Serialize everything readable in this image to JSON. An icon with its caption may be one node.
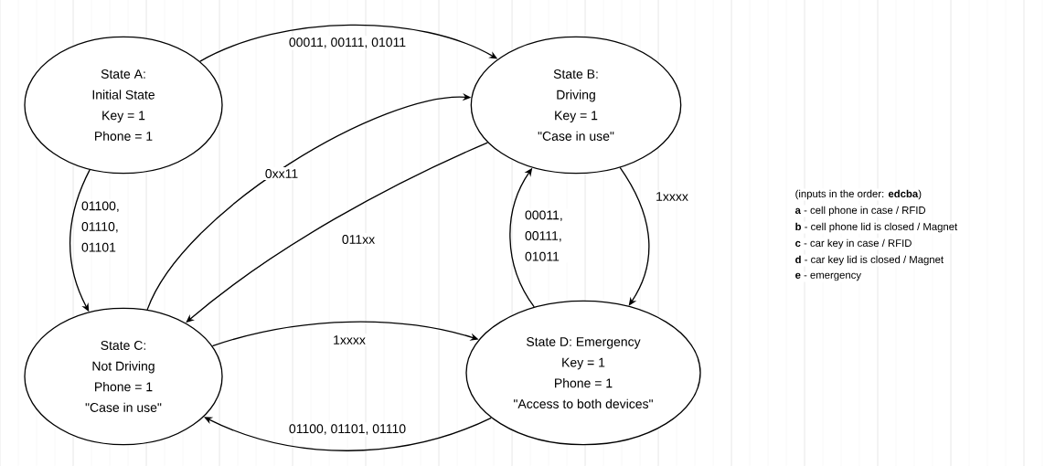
{
  "diagram": {
    "nodes": [
      {
        "text": [
          "State A:",
          "Initial State",
          "Key = 1",
          "Phone = 1"
        ]
      },
      {
        "text": [
          "State B:",
          "Driving",
          "Key = 1",
          "\"Case in use\""
        ]
      },
      {
        "text": [
          "State C:",
          "Not Driving",
          "Phone = 1",
          "\"Case in use\""
        ]
      },
      {
        "text": [
          "State D: Emergency",
          "Key = 1",
          "Phone = 1",
          "\"Access to both devices\""
        ]
      }
    ],
    "edges": [
      {
        "from": 0,
        "to": 1,
        "arrow": "to",
        "label": "00011, 00111, 01011"
      },
      {
        "from": 0,
        "to": 2,
        "arrow": "to",
        "label": "01100, 01110, 01101"
      },
      {
        "from": 2,
        "to": 1,
        "arrow": "to",
        "label": "0xx11"
      },
      {
        "from": 1,
        "to": 2,
        "arrow": "to",
        "label": "011xx"
      },
      {
        "from": 1,
        "to": 3,
        "arrow": "to",
        "label": "1xxxx"
      },
      {
        "from": 3,
        "to": 1,
        "arrow": "to",
        "label": "00011, 00111, 01011"
      },
      {
        "from": 2,
        "to": 3,
        "arrow": "to",
        "label": "1xxxx"
      },
      {
        "from": 3,
        "to": 2,
        "arrow": "to",
        "label": "01100, 01101, 01110"
      }
    ],
    "labels": [
      "(inputs in the order: **edcba**)",
      "**a** - cell phone in case / RFID",
      "**b** - cell phone lid is closed / Magnet",
      "**c** - car key in case / RFID",
      "**d** - car key lid is closed / Magnet",
      "**e** - emergency"
    ]
  }
}
